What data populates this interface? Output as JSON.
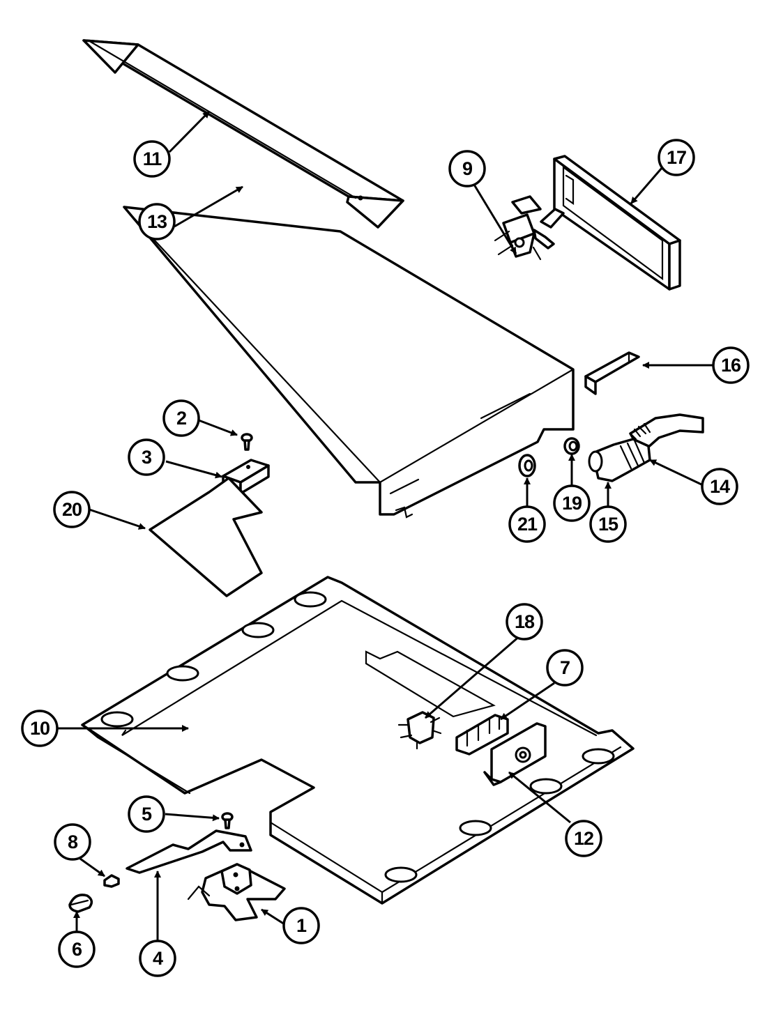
{
  "colors": {
    "line": "#000000",
    "background": "#ffffff"
  },
  "callouts": [
    {
      "label": "1"
    },
    {
      "label": "2"
    },
    {
      "label": "3"
    },
    {
      "label": "4"
    },
    {
      "label": "5"
    },
    {
      "label": "6"
    },
    {
      "label": "7"
    },
    {
      "label": "8"
    },
    {
      "label": "9"
    },
    {
      "label": "10"
    },
    {
      "label": "11"
    },
    {
      "label": "12"
    },
    {
      "label": "13"
    },
    {
      "label": "14"
    },
    {
      "label": "15"
    },
    {
      "label": "16"
    },
    {
      "label": "17"
    },
    {
      "label": "18"
    },
    {
      "label": "19"
    },
    {
      "label": "20"
    },
    {
      "label": "21"
    }
  ]
}
